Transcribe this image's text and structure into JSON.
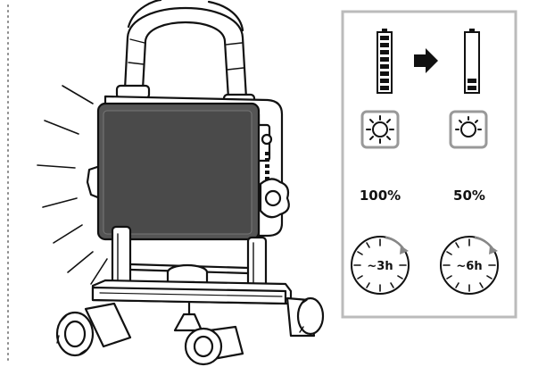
{
  "modes": [
    {
      "battery_icon": "battery-full-icon",
      "brightness_icon": "sun-bright-icon",
      "brightness": "100%",
      "runtime_icon": "clock-icon",
      "runtime": "~3h"
    },
    {
      "battery_icon": "battery-low-icon",
      "brightness_icon": "sun-dim-icon",
      "brightness": "50%",
      "runtime_icon": "clock-icon",
      "runtime": "~6h"
    }
  ],
  "arrow_icon": "arrow-right-icon",
  "colors": {
    "panel_border": "#bbbbbb",
    "stroke": "#111111",
    "lamp_face": "#555555"
  }
}
